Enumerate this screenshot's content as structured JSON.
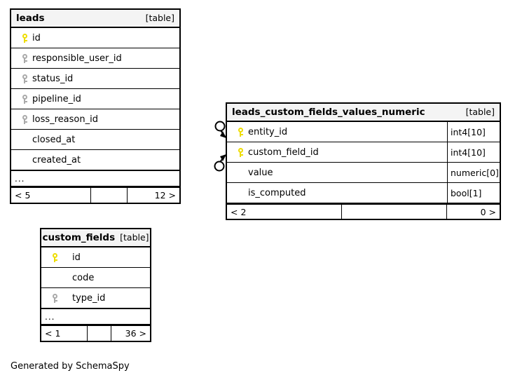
{
  "diagram": {
    "tool": "SchemaSpy",
    "caption": "Generated by SchemaSpy",
    "table_tag": "[table]",
    "ellipsis": "...",
    "colors": {
      "primary_key": "#eedd00",
      "foreign_key": "#aaaaaa",
      "border": "#000000",
      "header_background": "#f4f4f4",
      "background": "#ffffff"
    }
  },
  "tables": [
    {
      "id": "leads",
      "name": "leads",
      "tag": "[table]",
      "header_layout": "spread",
      "show_types": false,
      "columns": [
        {
          "name": "id",
          "key": "primary",
          "type": ""
        },
        {
          "name": "responsible_user_id",
          "key": "foreign",
          "type": ""
        },
        {
          "name": "status_id",
          "key": "foreign",
          "type": ""
        },
        {
          "name": "pipeline_id",
          "key": "foreign",
          "type": ""
        },
        {
          "name": "loss_reason_id",
          "key": "foreign",
          "type": ""
        },
        {
          "name": "closed_at",
          "key": "none",
          "type": ""
        },
        {
          "name": "created_at",
          "key": "none",
          "type": ""
        }
      ],
      "has_ellipsis": true,
      "footer": {
        "left": "< 5",
        "middle": "",
        "right": "12 >"
      }
    },
    {
      "id": "leads_custom_fields_values_numeric",
      "name": "leads_custom_fields_values_numeric",
      "tag": "[table]",
      "header_layout": "spread",
      "show_types": true,
      "columns": [
        {
          "name": "entity_id",
          "key": "primary",
          "type": "int4[10]"
        },
        {
          "name": "custom_field_id",
          "key": "primary",
          "type": "int4[10]"
        },
        {
          "name": "value",
          "key": "none",
          "type": "numeric[0]"
        },
        {
          "name": "is_computed",
          "key": "none",
          "type": "bool[1]"
        }
      ],
      "has_ellipsis": false,
      "footer": {
        "left": "< 2",
        "middle": "",
        "right": "0 >"
      }
    },
    {
      "id": "custom_fields",
      "name": "custom_fields",
      "tag": "[table]",
      "header_layout": "centered",
      "show_types": false,
      "columns": [
        {
          "name": "id",
          "key": "primary",
          "type": ""
        },
        {
          "name": "code",
          "key": "none",
          "type": ""
        },
        {
          "name": "type_id",
          "key": "foreign",
          "type": ""
        }
      ],
      "has_ellipsis": true,
      "footer": {
        "left": "< 1",
        "middle": "",
        "right": "36 >"
      }
    }
  ],
  "relationships": [
    {
      "id": "rel-entity-id",
      "from": "leads",
      "to": "leads_custom_fields_values_numeric",
      "to_column": "entity_id",
      "notation": "zero-or-more"
    },
    {
      "id": "rel-custom-field-id",
      "from": "custom_fields",
      "to": "leads_custom_fields_values_numeric",
      "to_column": "custom_field_id",
      "notation": "zero-or-more"
    }
  ]
}
